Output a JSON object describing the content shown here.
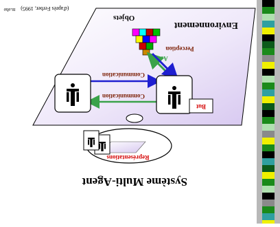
{
  "slide": {
    "title": "Système Multi-Agent",
    "author": "m.ehe",
    "citation": "(d'après Ferber, 1995)",
    "labels": {
      "environment": "Environnement",
      "objects": "Objets",
      "perception": "Perception",
      "action": "Action",
      "communication_1": "Communication",
      "communication_2": "Communication",
      "goal": "But",
      "representations": "Représentations"
    }
  },
  "colors": {
    "plane": "#e6dcf5",
    "action_arrow": "#3aa24a",
    "perception_arrow": "#1f1fd0",
    "communication_text": "#7a1c00",
    "goal_text": "#d40000",
    "stripe_palette": [
      "#8a8a8a",
      "#1a8a1a",
      "#f0f000",
      "#000000",
      "#2fa0a0",
      "#b0e0b0",
      "#0c5a1a"
    ]
  },
  "icons": [
    "agent-figure-icon",
    "object-cube-icon"
  ]
}
